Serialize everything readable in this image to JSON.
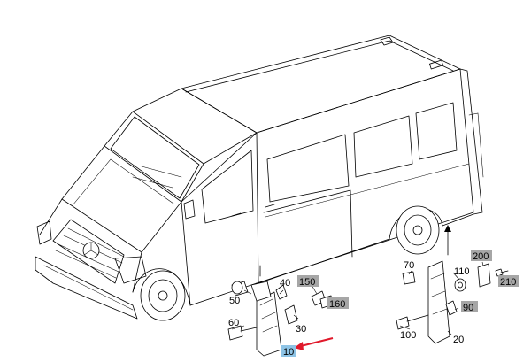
{
  "diagram": {
    "callouts": [
      {
        "id": "c10",
        "text": "10",
        "highlight": "blue"
      },
      {
        "id": "c20",
        "text": "20",
        "highlight": "none"
      },
      {
        "id": "c30",
        "text": "30",
        "highlight": "none"
      },
      {
        "id": "c40",
        "text": "40",
        "highlight": "none"
      },
      {
        "id": "c50",
        "text": "50",
        "highlight": "none"
      },
      {
        "id": "c60",
        "text": "60",
        "highlight": "none"
      },
      {
        "id": "c70",
        "text": "70",
        "highlight": "none"
      },
      {
        "id": "c90",
        "text": "90",
        "highlight": "gray"
      },
      {
        "id": "c100",
        "text": "100",
        "highlight": "none"
      },
      {
        "id": "c110",
        "text": "110",
        "highlight": "none"
      },
      {
        "id": "c150",
        "text": "150",
        "highlight": "gray"
      },
      {
        "id": "c160",
        "text": "160",
        "highlight": "gray"
      },
      {
        "id": "c200",
        "text": "200",
        "highlight": "gray"
      },
      {
        "id": "c210",
        "text": "210",
        "highlight": "gray"
      }
    ],
    "colors": {
      "line": "#000000",
      "highlight_gray": "#a6a6a6",
      "highlight_blue": "#8ec4e6",
      "arrow": "#e0192b"
    }
  }
}
